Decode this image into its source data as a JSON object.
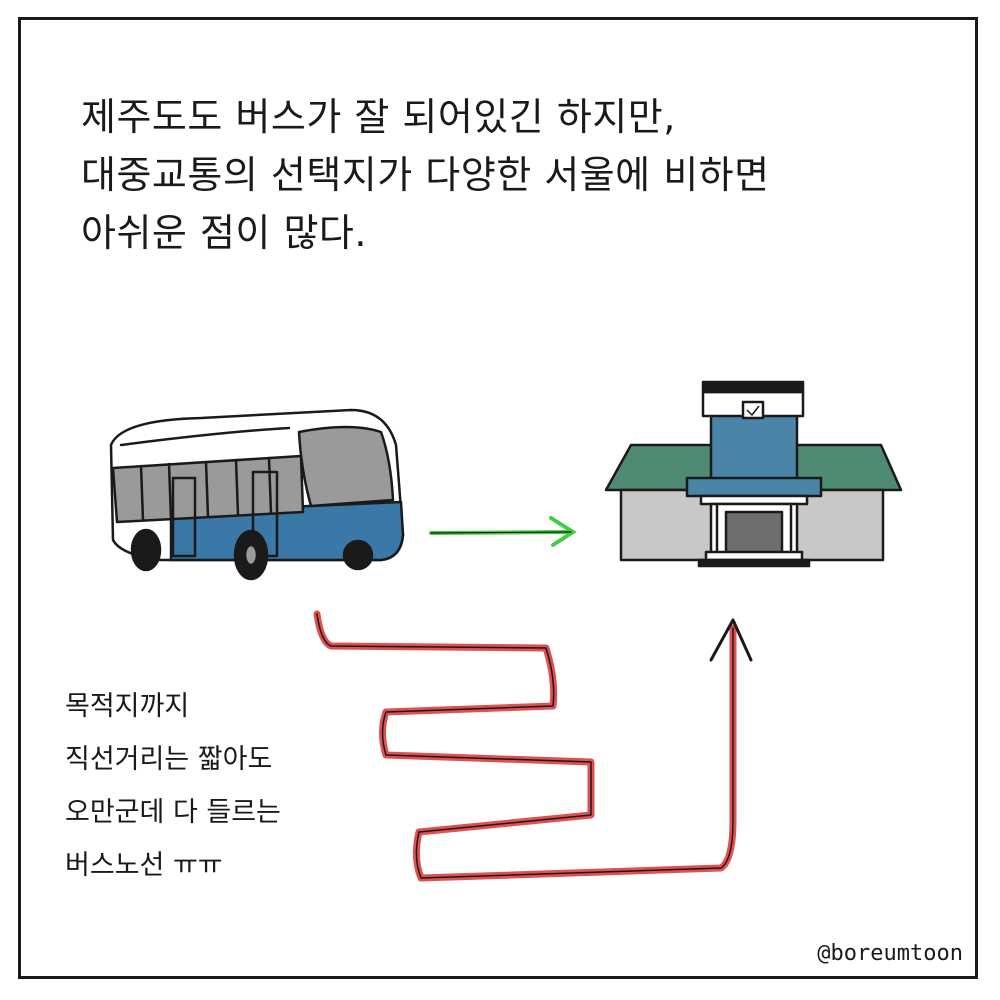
{
  "caption": {
    "lines": [
      "제주도도 버스가 잘 되어있긴 하지만,",
      "대중교통의 선택지가 다양한 서울에 비하면",
      "아쉬운 점이 많다."
    ]
  },
  "note": {
    "lines": [
      "목적지까지",
      "직선거리는 짧아도",
      "오만군데 다 들르는",
      "버스노선 ㅠㅠ"
    ]
  },
  "credit": "@boreumtoon",
  "icons": {
    "bus": "bus-illustration",
    "terminal": "terminal-building-illustration",
    "straight_arrow": "straight-arrow-icon",
    "winding_route": "winding-route-arrow-icon"
  },
  "colors": {
    "bus_body": "#ffffff",
    "bus_window": "#9a9a9a",
    "bus_accent": "#3a78a8",
    "roof": "#4f8a72",
    "building_wall": "#c8c8c8",
    "tower": "#4a85a8",
    "straight_arrow": "#44cc44",
    "winding_route": "#e05050",
    "outline": "#1a1a1a"
  }
}
